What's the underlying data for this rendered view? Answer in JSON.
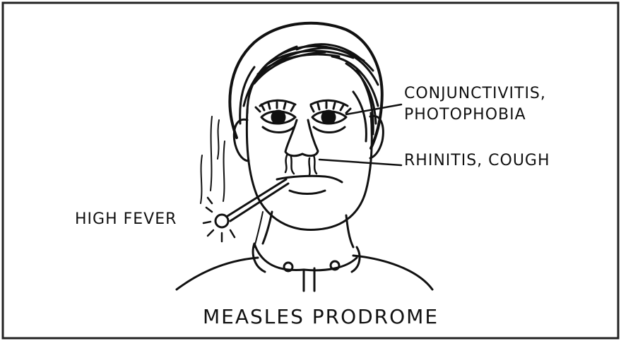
{
  "labels": {
    "conjunctivitis": "CONJUNCTIVITIS,",
    "photophobia": "PHOTOPHOBIA",
    "rhinitis": "RHINITIS, COUGH",
    "fever": "HIGH FEVER"
  },
  "title": "MEASLES PRODROME",
  "colors": {
    "ink": "#111111",
    "border": "#222222",
    "background": "#ffffff"
  }
}
